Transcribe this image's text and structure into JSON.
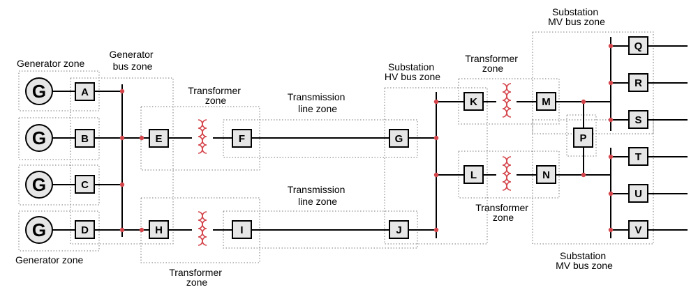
{
  "generators": {
    "g1": {
      "label": "G"
    },
    "g2": {
      "label": "G"
    },
    "g3": {
      "label": "G"
    },
    "g4": {
      "label": "G"
    }
  },
  "breakers": {
    "a": "A",
    "b": "B",
    "c": "C",
    "d": "D",
    "e": "E",
    "f": "F",
    "g": "G",
    "h": "H",
    "i": "I",
    "j": "J",
    "k": "K",
    "l": "L",
    "m": "M",
    "n": "N",
    "p": "P",
    "q": "Q",
    "r": "R",
    "s": "S",
    "t": "T",
    "u": "U",
    "v": "V"
  },
  "zones": {
    "generator_zone_top": [
      "Generator zone"
    ],
    "generator_zone_bottom": [
      "Generator zone"
    ],
    "generator_bus_zone": [
      "Generator",
      "bus zone"
    ],
    "transformer_zone_upper_left": [
      "Transformer",
      "zone"
    ],
    "transformer_zone_lower_left": [
      "Transformer",
      "zone"
    ],
    "transmission_line_zone_upper": [
      "Transmission",
      "line zone"
    ],
    "transmission_line_zone_lower": [
      "Transmission",
      "line zone"
    ],
    "substation_hv_bus_zone": [
      "Substation",
      "HV bus zone"
    ],
    "transformer_zone_upper_right": [
      "Transformer",
      "zone"
    ],
    "transformer_zone_lower_right": [
      "Transformer",
      "zone"
    ],
    "substation_mv_bus_zone_top": [
      "Substation",
      "MV bus zone"
    ],
    "substation_mv_bus_zone_bottom": [
      "Substation",
      "MV bus zone"
    ]
  },
  "colors": {
    "breaker_fill": "#e6e6e6",
    "current_transformer": "#d4454b",
    "zone_outline": "#777777",
    "conductor": "#000000"
  }
}
